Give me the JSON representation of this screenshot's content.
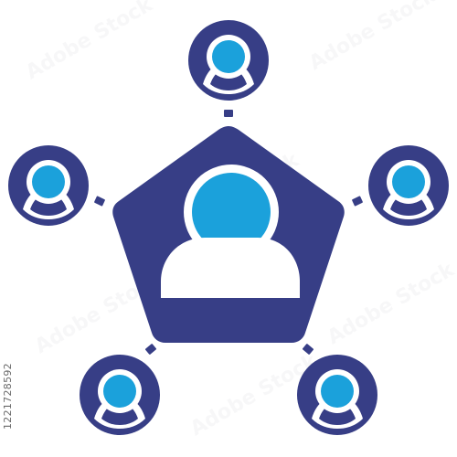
{
  "palette": {
    "primary": "#373e86",
    "accent": "#1ba1db",
    "background": "#ffffff"
  },
  "icon": {
    "central_shape": "pentagon",
    "central_figure": "user-icon",
    "satellite_figure": "user-icon",
    "satellite_count": 5
  },
  "stock_id": "1221728592",
  "watermark_text": "Adobe Stock"
}
